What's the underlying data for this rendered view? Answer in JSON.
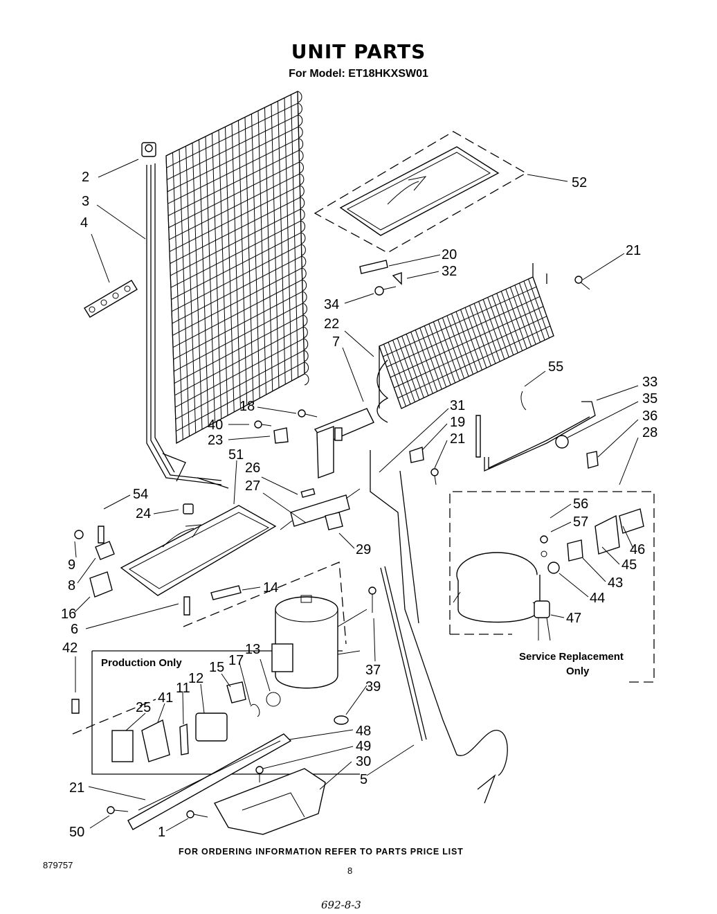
{
  "title": "UNIT PARTS",
  "subtitle": "For Model: ET18HKXSW01",
  "callouts": [
    "2",
    "3",
    "4",
    "52",
    "20",
    "32",
    "21",
    "34",
    "22",
    "7",
    "55",
    "33",
    "35",
    "36",
    "28",
    "18",
    "31",
    "40",
    "19",
    "23",
    "21",
    "51",
    "26",
    "27",
    "54",
    "24",
    "56",
    "57",
    "46",
    "45",
    "43",
    "44",
    "47",
    "29",
    "9",
    "8",
    "14",
    "16",
    "6",
    "42",
    "37",
    "39",
    "48",
    "49",
    "30",
    "5",
    "21",
    "50",
    "1",
    "13",
    "17",
    "15",
    "12",
    "11",
    "41",
    "25"
  ],
  "boxes": {
    "production_only": "Production Only",
    "service_line1": "Service Replacement",
    "service_line2": "Only"
  },
  "footer": {
    "ordering": "FOR ORDERING INFORMATION REFER TO PARTS PRICE LIST",
    "doc_number": "879757",
    "page_number": "8",
    "handwritten": "692-8-3"
  }
}
